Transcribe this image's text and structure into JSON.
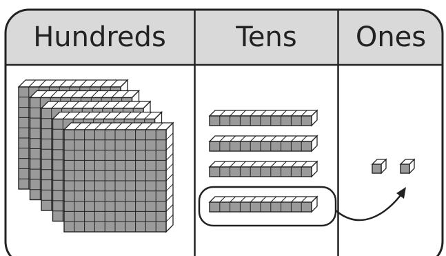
{
  "table": {
    "headers": {
      "hundreds": "Hundreds",
      "tens": "Tens",
      "ones": "Ones"
    }
  },
  "blocks": {
    "hundreds_flats": 5,
    "tens_rods": 4,
    "ones_cubes": 2,
    "circled_tens_rods": 1
  },
  "colors": {
    "header_fill": "#d9d9d9",
    "block_front": "#9a9a9a",
    "block_top": "#ffffff",
    "block_side": "#ffffff",
    "outline": "#222222"
  }
}
